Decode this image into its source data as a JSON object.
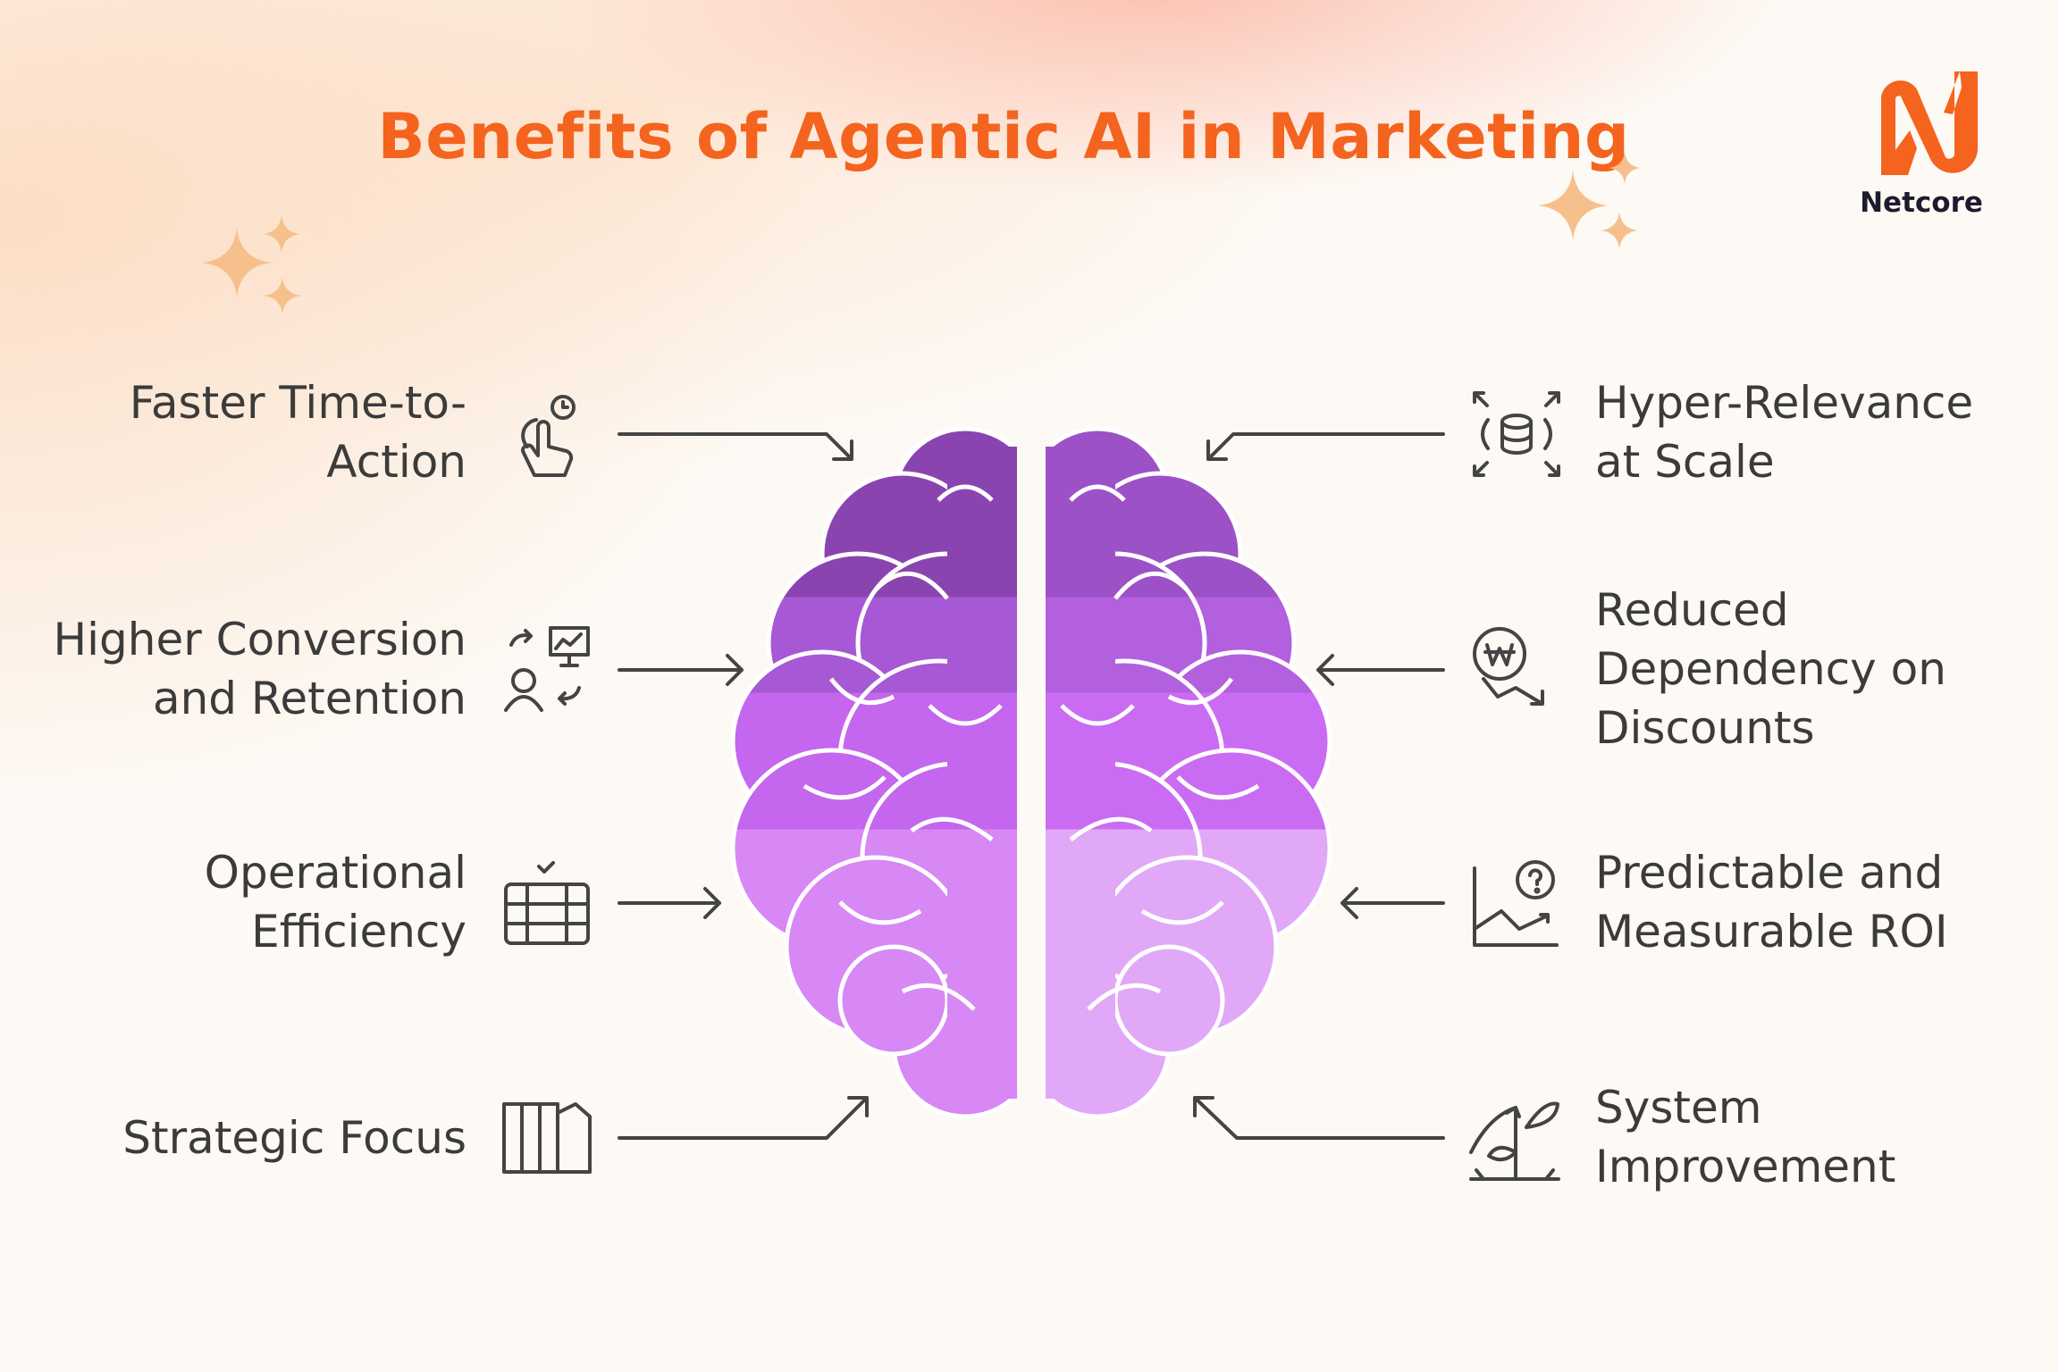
{
  "title": "Benefits of Agentic AI in Marketing",
  "logo": {
    "text": "Netcore",
    "color": "#f4641e"
  },
  "colors": {
    "accent": "#f4641e",
    "text": "#3b3b3b",
    "brain_dark": "#8a44b0",
    "brain_light": "#dc9cf7"
  },
  "left_benefits": [
    {
      "lines": [
        "Faster Time-to-",
        "Action"
      ],
      "icon": "touch-clock-icon"
    },
    {
      "lines": [
        "Higher Conversion",
        "and Retention"
      ],
      "icon": "user-chart-exchange-icon"
    },
    {
      "lines": [
        "Operational",
        "Efficiency"
      ],
      "icon": "server-check-icon"
    },
    {
      "lines": [
        "Strategic Focus"
      ],
      "icon": "books-icon"
    }
  ],
  "right_benefits": [
    {
      "lines": [
        "Hyper-Relevance",
        "at Scale"
      ],
      "icon": "database-expand-icon"
    },
    {
      "lines": [
        "Reduced",
        "Dependency on",
        "Discounts"
      ],
      "icon": "currency-down-icon"
    },
    {
      "lines": [
        "Predictable and",
        "Measurable ROI"
      ],
      "icon": "chart-question-icon"
    },
    {
      "lines": [
        "System",
        "Improvement"
      ],
      "icon": "plant-growth-icon"
    }
  ]
}
